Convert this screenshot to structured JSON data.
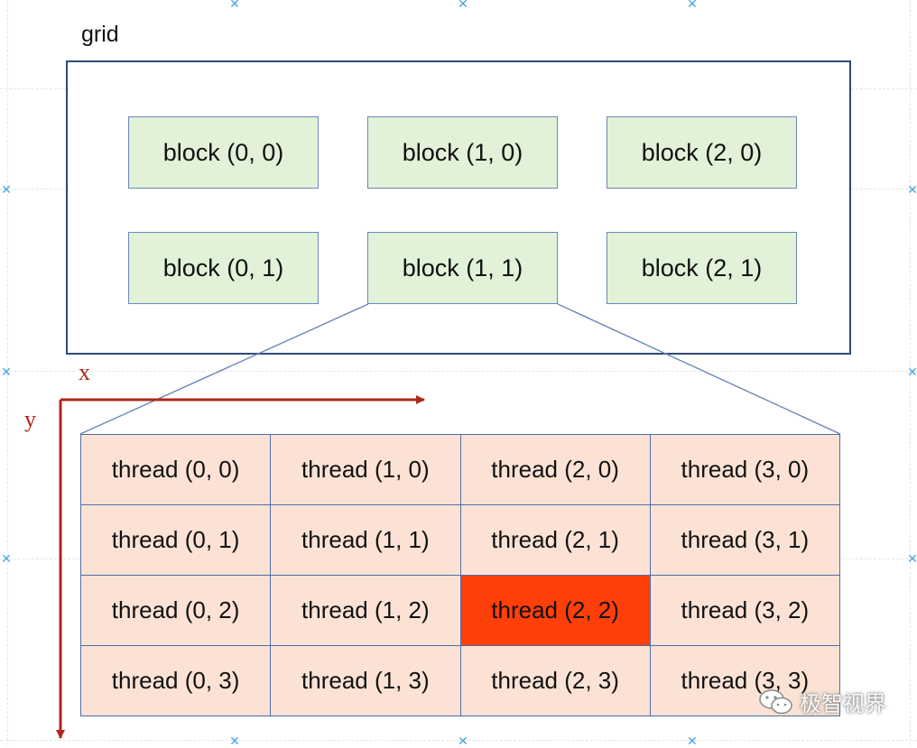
{
  "grid": {
    "label": "grid",
    "blocks": [
      {
        "label": "block (0, 0)"
      },
      {
        "label": "block (1, 0)"
      },
      {
        "label": "block (2, 0)"
      },
      {
        "label": "block (0, 1)"
      },
      {
        "label": "block (1, 1)"
      },
      {
        "label": "block (2, 1)"
      }
    ]
  },
  "axes": {
    "x": "x",
    "y": "y",
    "color": "#b0261a"
  },
  "threads": {
    "rows": [
      [
        "thread (0, 0)",
        "thread (1, 0)",
        "thread (2, 0)",
        "thread (3, 0)"
      ],
      [
        "thread (0, 1)",
        "thread (1, 1)",
        "thread (2, 1)",
        "thread (3, 1)"
      ],
      [
        "thread (0, 2)",
        "thread (1, 2)",
        "thread (2, 2)",
        "thread (3, 2)"
      ],
      [
        "thread (0, 3)",
        "thread (1, 3)",
        "thread (2, 3)",
        "thread (3, 3)"
      ]
    ],
    "highlighted": "thread (2, 2)",
    "highlight_color": "#ff3f0a"
  },
  "watermark": {
    "text": "极智视界",
    "icon": "wechat-icon"
  }
}
